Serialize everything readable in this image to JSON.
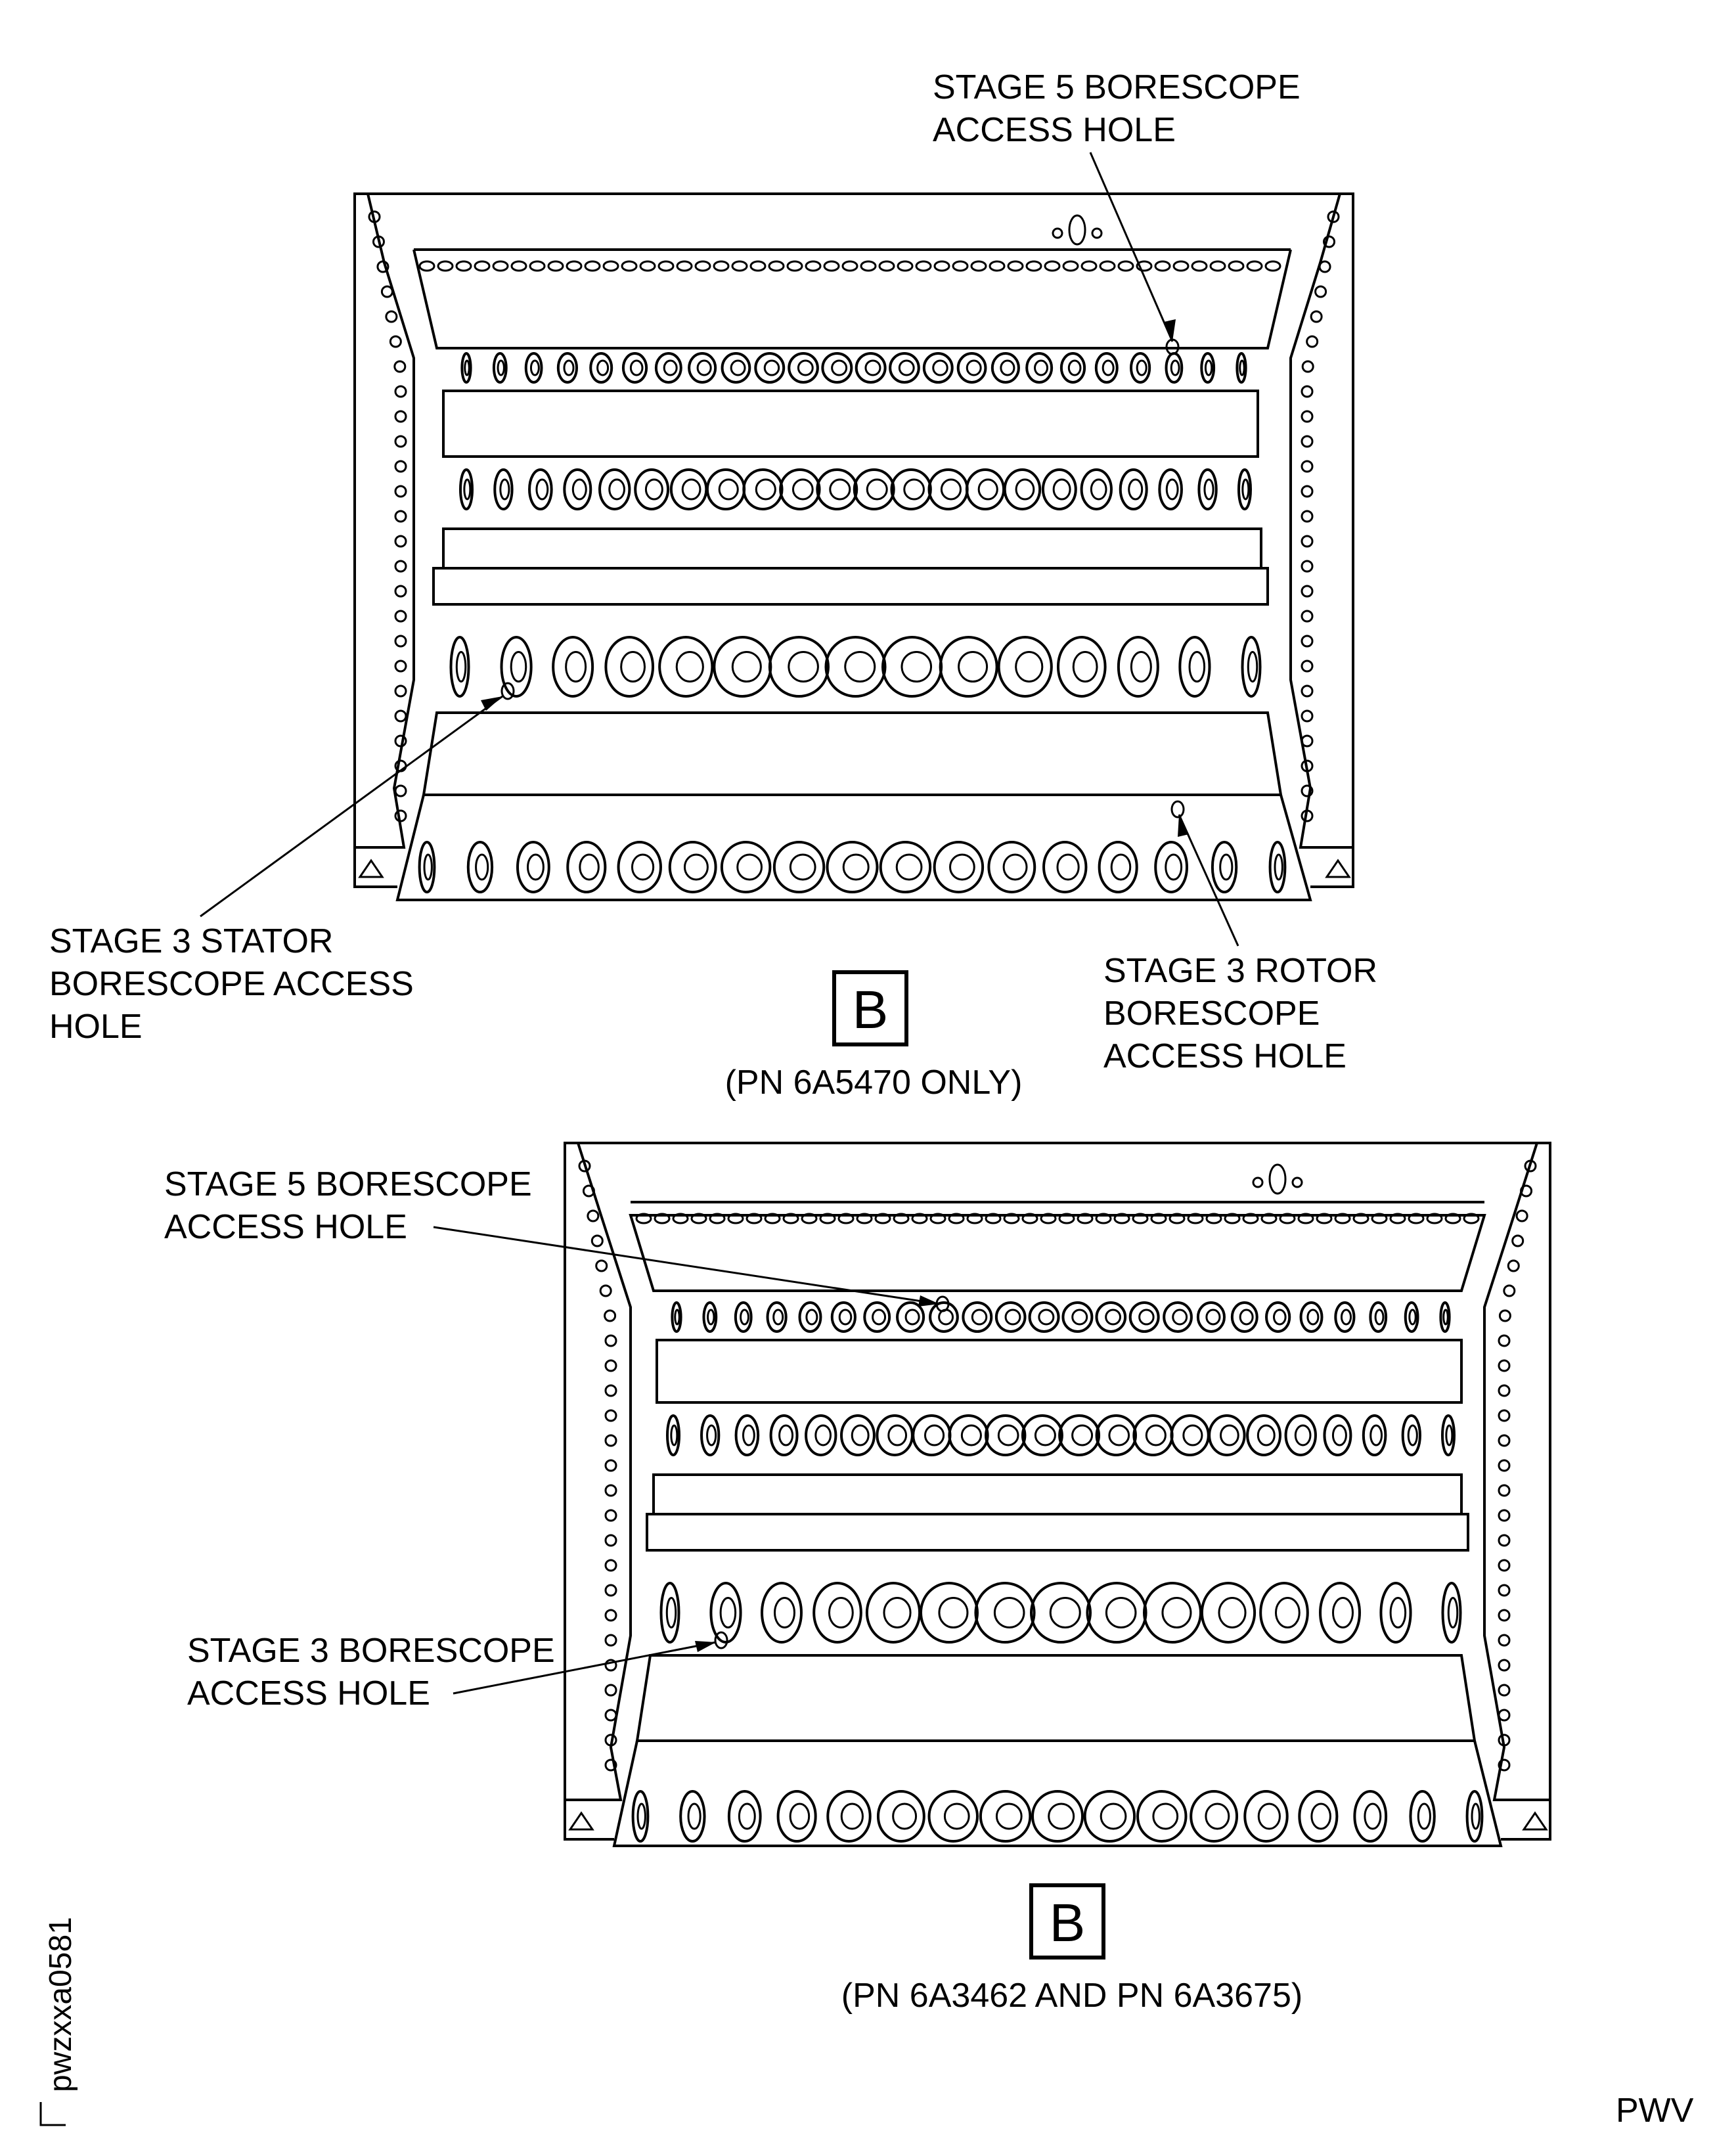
{
  "views": [
    {
      "id": "upper",
      "callouts": [
        {
          "lines": [
            "STAGE 5 BORESCOPE",
            "ACCESS HOLE"
          ]
        },
        {
          "lines": [
            "STAGE 3 STATOR",
            "BORESCOPE ACCESS",
            "HOLE"
          ]
        },
        {
          "lines": [
            "STAGE 3 ROTOR",
            "BORESCOPE",
            "ACCESS HOLE"
          ]
        }
      ],
      "view_letter": "B",
      "caption": "(PN 6A5470 ONLY)"
    },
    {
      "id": "lower",
      "callouts": [
        {
          "lines": [
            "STAGE 5 BORESCOPE",
            "ACCESS HOLE"
          ]
        },
        {
          "lines": [
            "STAGE 3 BORESCOPE",
            "ACCESS HOLE"
          ]
        }
      ],
      "view_letter": "B",
      "caption": "(PN 6A3462 AND PN 6A3675)"
    }
  ],
  "figure_id": "pwzxxa0581",
  "corner_mark": "PWV"
}
